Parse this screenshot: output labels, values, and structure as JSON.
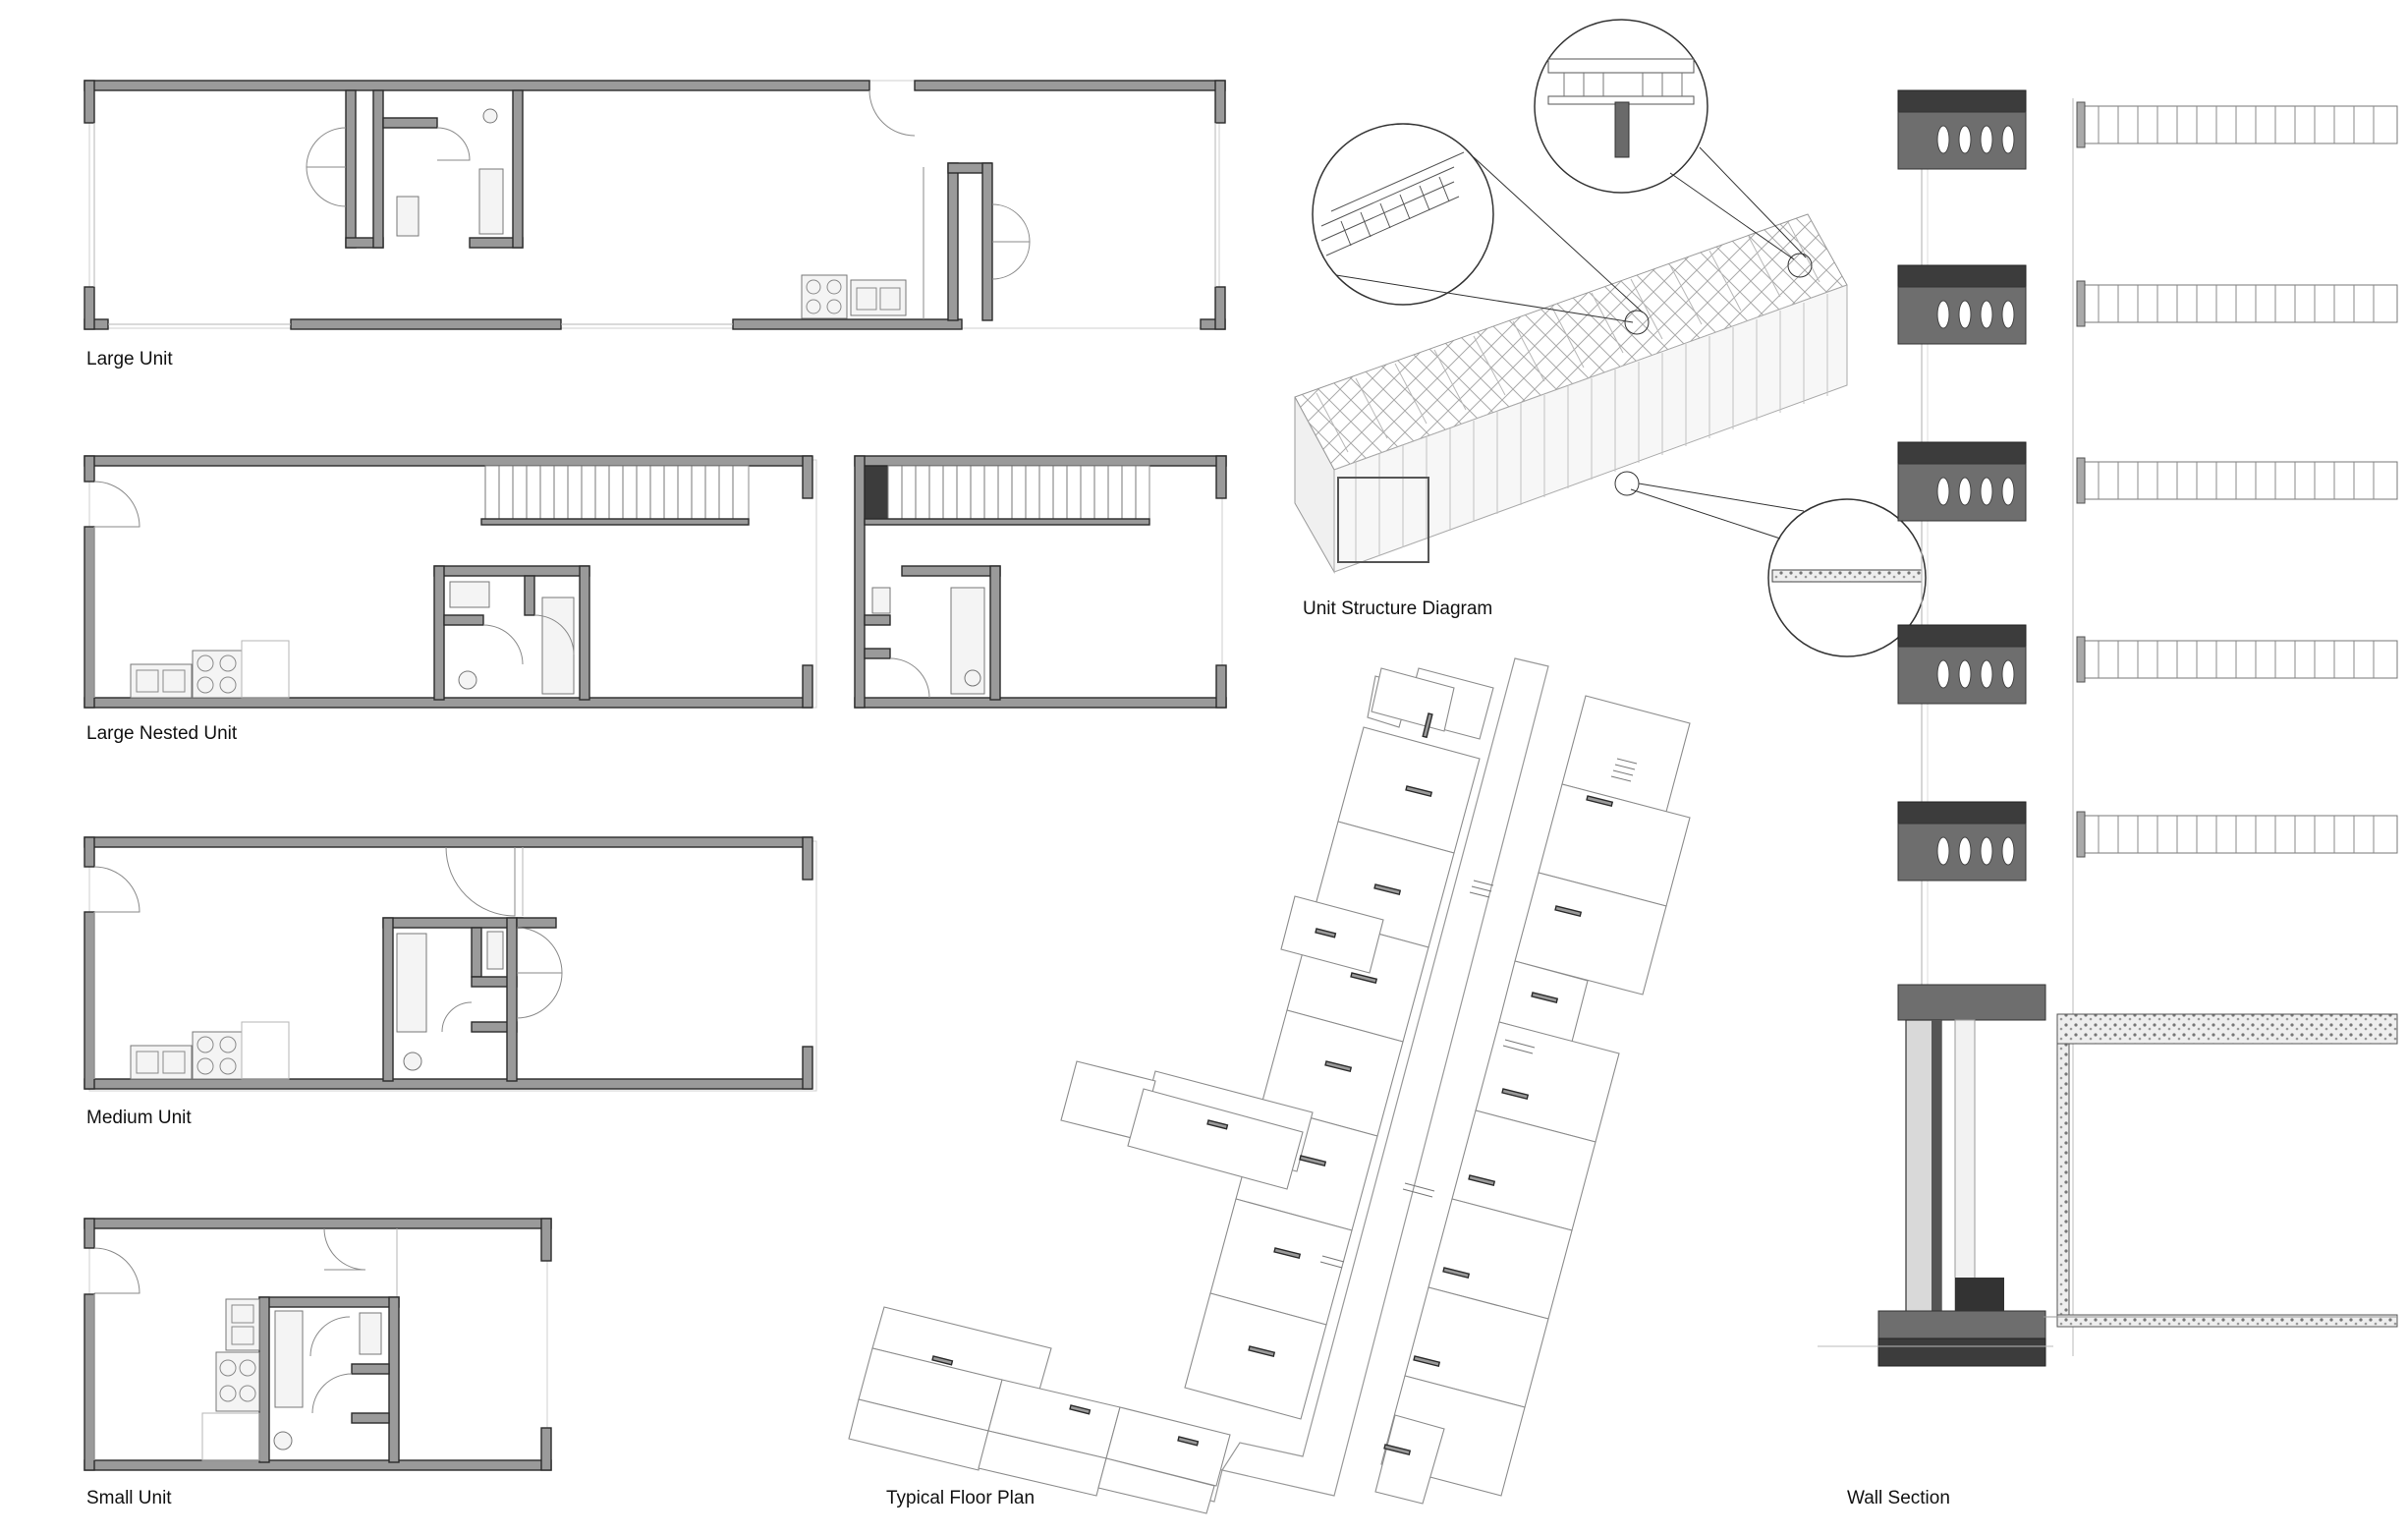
{
  "labels": {
    "large_unit": "Large Unit",
    "large_nested_unit": "Large Nested Unit",
    "medium_unit": "Medium Unit",
    "small_unit": "Small Unit",
    "unit_structure_diagram": "Unit Structure Diagram",
    "typical_floor_plan": "Typical Floor Plan",
    "wall_section": "Wall Section"
  },
  "colors": {
    "wall_fill": "#9a9a9a",
    "wall_stroke": "#2b2b2b",
    "line": "#8a8a8a",
    "background": "#ffffff"
  },
  "icons": [
    "door-swing-icon",
    "stove-icon",
    "sink-icon",
    "toilet-icon",
    "bathtub-icon",
    "stairs-icon",
    "detail-callout-icon"
  ]
}
